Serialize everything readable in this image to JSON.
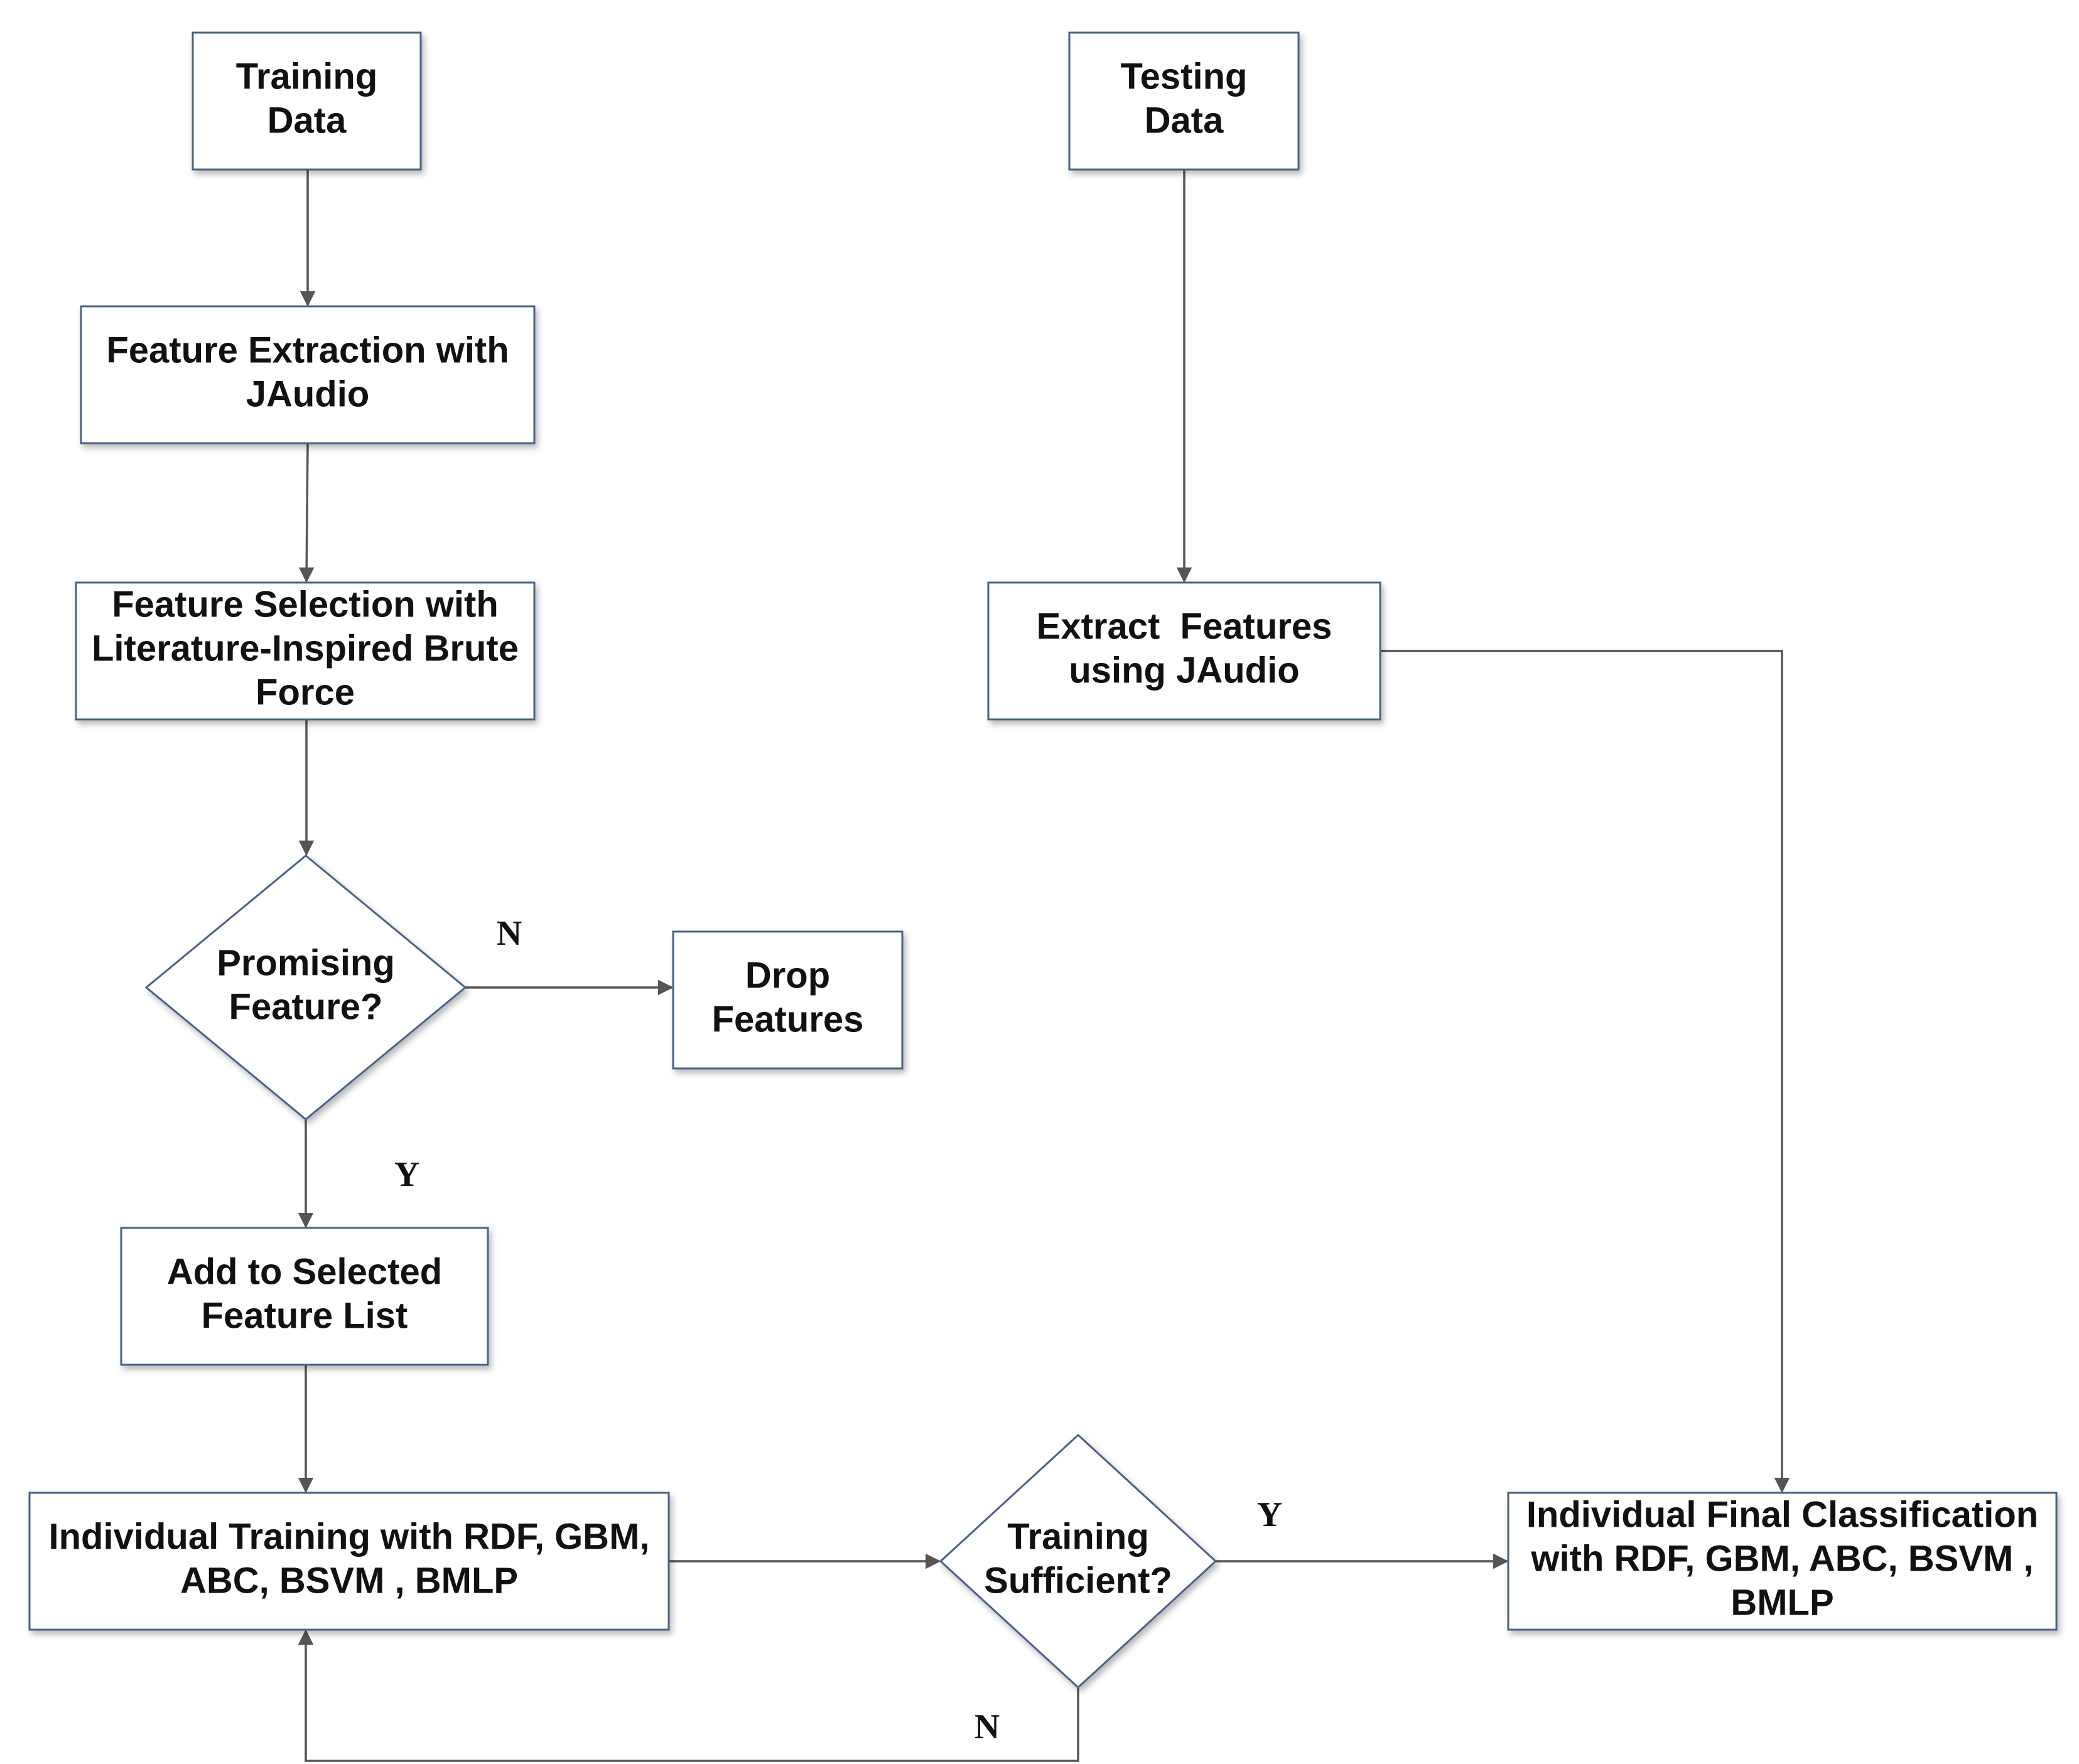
{
  "colors": {
    "box_border": "#4a6287",
    "arrow": "#555555",
    "text": "#111111",
    "background": "#ffffff"
  },
  "nodes": {
    "training_data": {
      "shape": "rect",
      "lines": [
        "Training",
        "Data"
      ]
    },
    "feature_extraction": {
      "shape": "rect",
      "lines": [
        "Feature Extraction with",
        "JAudio"
      ]
    },
    "feature_selection": {
      "shape": "rect",
      "lines": [
        "Feature Selection with",
        "Literature-Inspired Brute",
        "Force"
      ]
    },
    "promising_feature": {
      "shape": "diamond",
      "lines": [
        "Promising",
        "Feature?"
      ]
    },
    "drop_features": {
      "shape": "rect",
      "lines": [
        "Drop",
        "Features"
      ]
    },
    "add_to_selected": {
      "shape": "rect",
      "lines": [
        "Add to Selected",
        "Feature List"
      ]
    },
    "individual_training": {
      "shape": "rect",
      "lines": [
        "Individual Training with RDF, GBM,",
        "ABC, BSVM , BMLP"
      ]
    },
    "training_sufficient": {
      "shape": "diamond",
      "lines": [
        "Training",
        "Sufficient?"
      ]
    },
    "testing_data": {
      "shape": "rect",
      "lines": [
        "Testing",
        "Data"
      ]
    },
    "extract_features": {
      "shape": "rect",
      "lines": [
        "Extract  Features",
        "using JAudio"
      ]
    },
    "final_classification": {
      "shape": "rect",
      "lines": [
        "Individual Final Classification",
        "with RDF, GBM, ABC, BSVM ,",
        "BMLP"
      ]
    }
  },
  "edges": [
    {
      "from": "training_data",
      "to": "feature_extraction",
      "label": ""
    },
    {
      "from": "feature_extraction",
      "to": "feature_selection",
      "label": ""
    },
    {
      "from": "feature_selection",
      "to": "promising_feature",
      "label": ""
    },
    {
      "from": "promising_feature",
      "to": "drop_features",
      "label": "N"
    },
    {
      "from": "promising_feature",
      "to": "add_to_selected",
      "label": "Y"
    },
    {
      "from": "add_to_selected",
      "to": "individual_training",
      "label": ""
    },
    {
      "from": "individual_training",
      "to": "training_sufficient",
      "label": ""
    },
    {
      "from": "training_sufficient",
      "to": "final_classification",
      "label": "Y"
    },
    {
      "from": "training_sufficient",
      "to": "individual_training",
      "label": "N"
    },
    {
      "from": "testing_data",
      "to": "extract_features",
      "label": ""
    },
    {
      "from": "extract_features",
      "to": "final_classification",
      "label": ""
    }
  ]
}
